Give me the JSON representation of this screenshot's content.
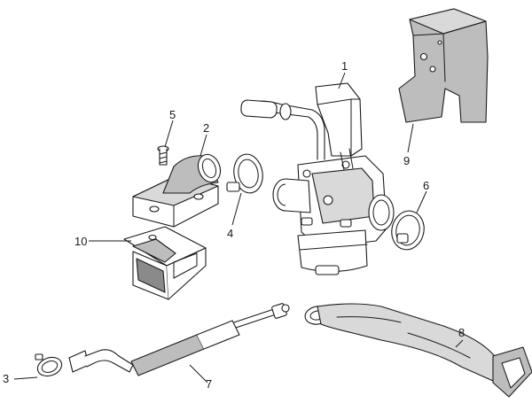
{
  "callouts": [
    {
      "id": "1",
      "label": "1"
    },
    {
      "id": "2",
      "label": "2"
    },
    {
      "id": "3",
      "label": "3"
    },
    {
      "id": "4",
      "label": "4"
    },
    {
      "id": "5",
      "label": "5"
    },
    {
      "id": "6",
      "label": "6"
    },
    {
      "id": "7",
      "label": "7"
    },
    {
      "id": "8",
      "label": "8"
    },
    {
      "id": "9",
      "label": "9"
    },
    {
      "id": "10",
      "label": "10"
    }
  ],
  "colors": {
    "line": "#1a1a1a",
    "shade": "#bdbdbd",
    "background": "#ffffff"
  }
}
